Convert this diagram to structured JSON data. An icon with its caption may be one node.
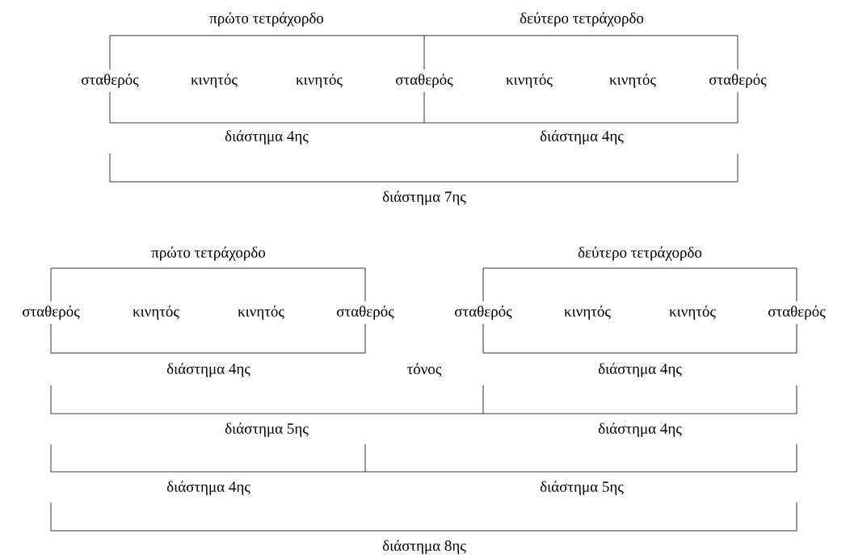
{
  "diagram": {
    "labels": [
      "πρώτο τετράχορδο",
      "δεύτερο τετράχορδο",
      "σταθερός",
      "κινητός",
      "κινητός",
      "σταθερός",
      "κινητός",
      "κινητός",
      "σταθερός",
      "διάστημα 4ης",
      "διάστημα 4ης",
      "διάστημα 7ης",
      "πρώτο τετράχορδο",
      "δεύτερο τετράχορδο",
      "σταθερός",
      "κινητός",
      "κινητός",
      "σταθερός",
      "σταθερός",
      "κινητός",
      "κινητός",
      "σταθερός",
      "διάστημα 4ης",
      "τόνος",
      "διάστημα 4ης",
      "διάστημα 5ης",
      "διάστημα 4ης",
      "διάστημα 4ης",
      "διάστημα 5ης",
      "διάστημα 8ης"
    ]
  }
}
